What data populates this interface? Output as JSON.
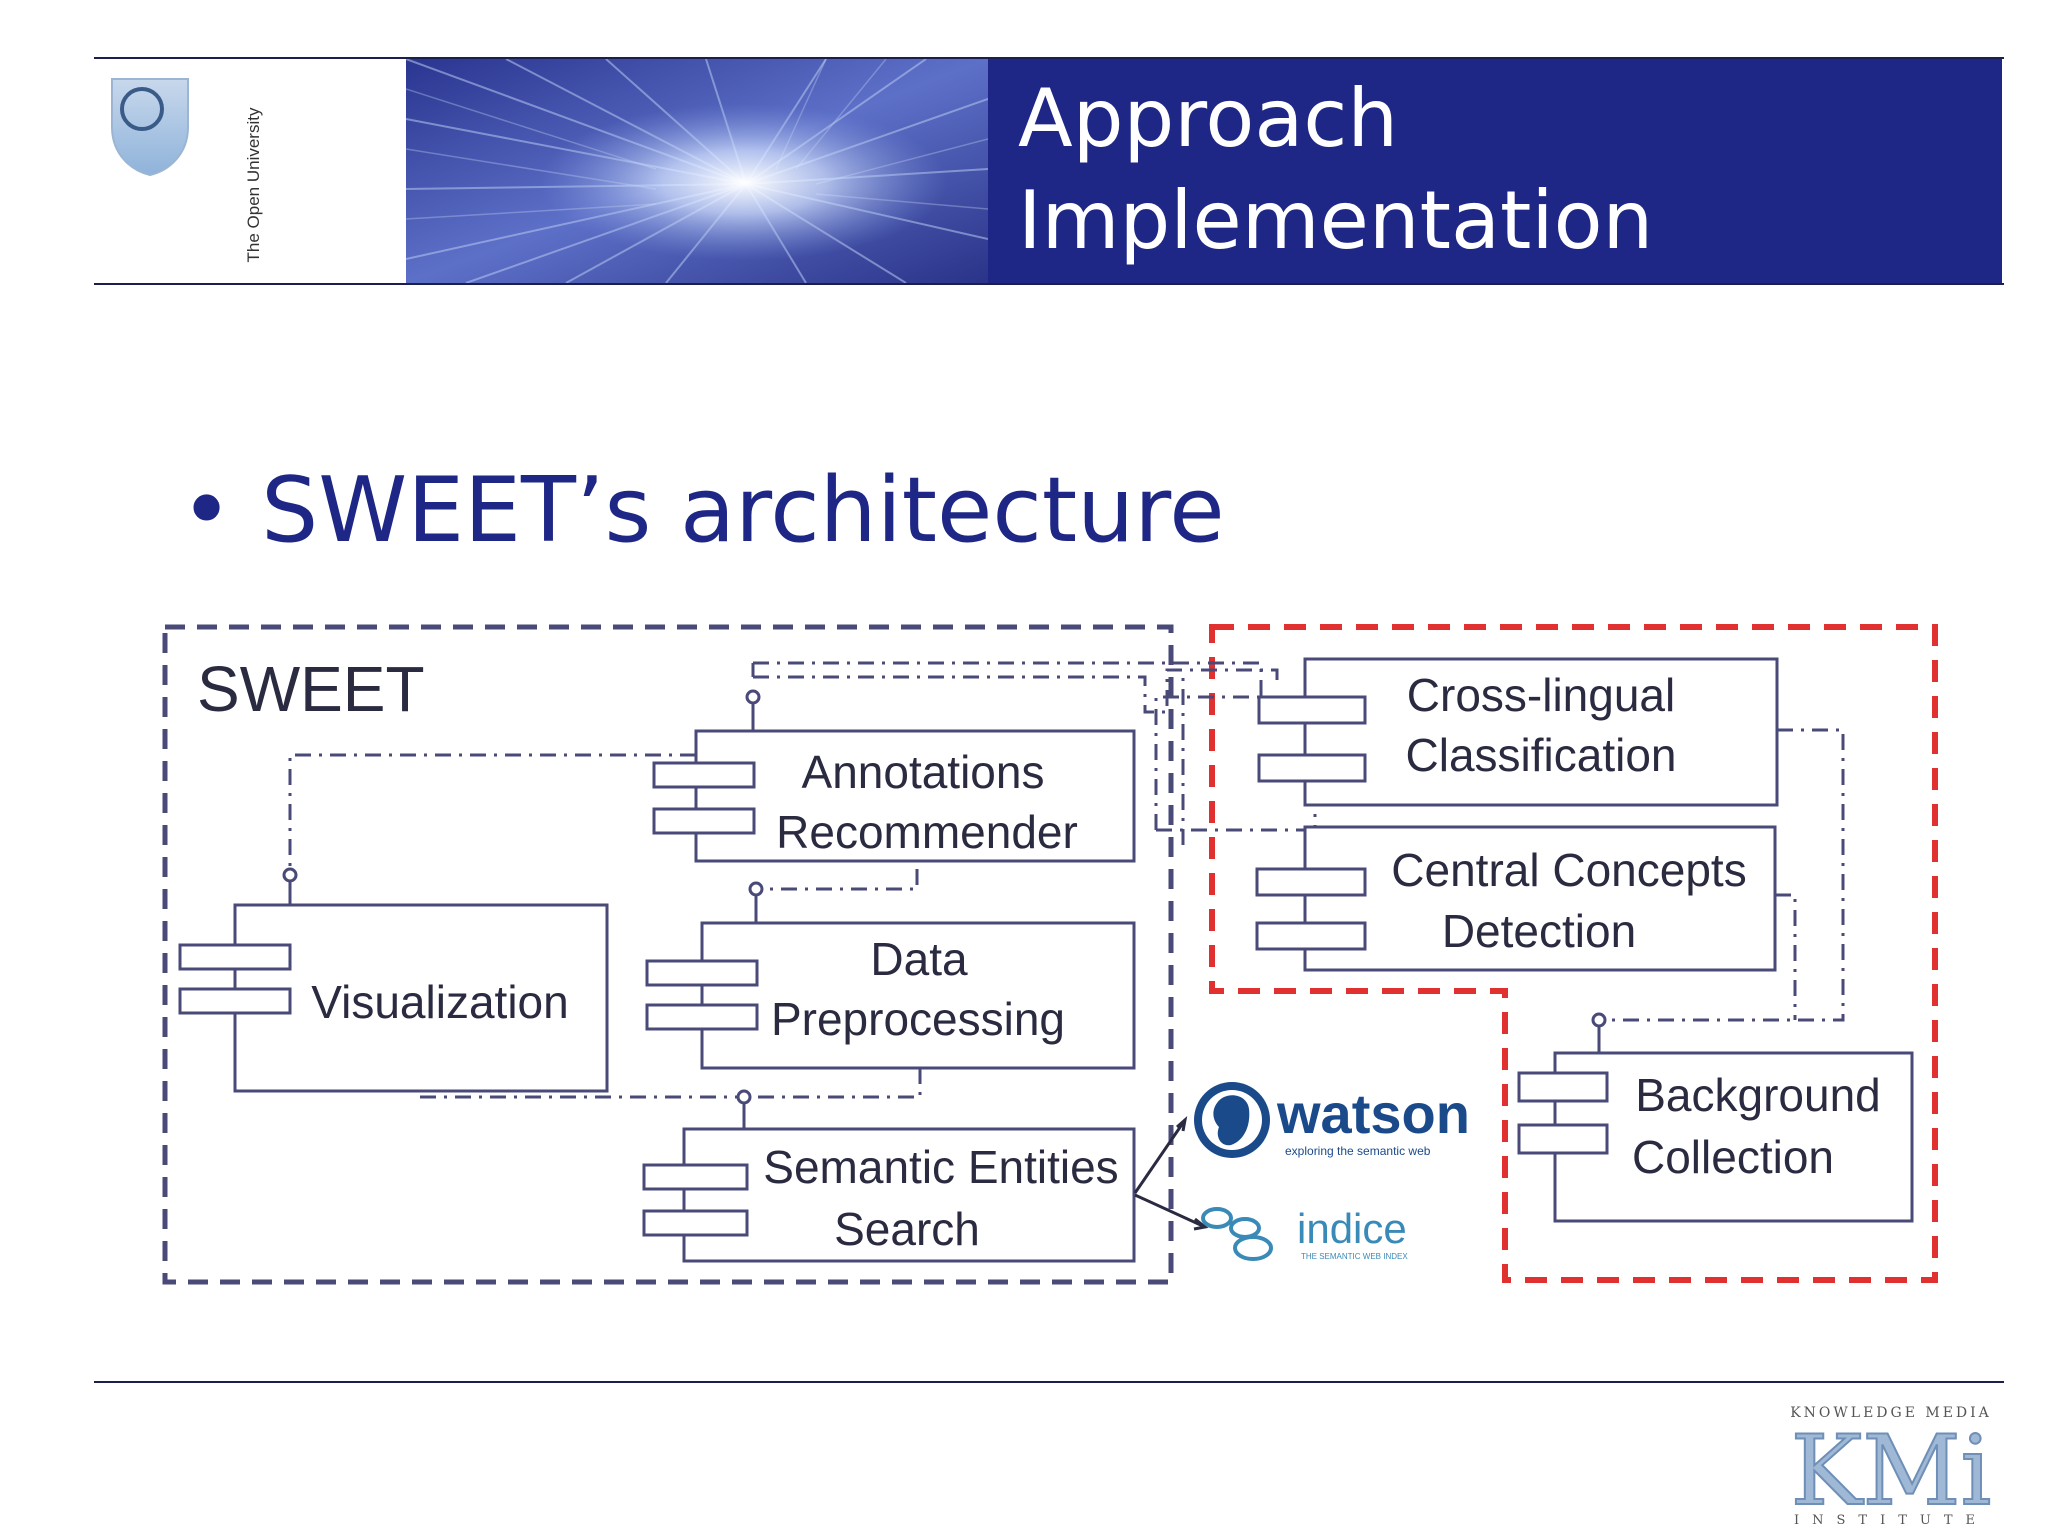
{
  "header": {
    "university": "The Open University",
    "title_line1": "Approach",
    "title_line2": "Implementation",
    "colors": {
      "title_bg": "#1f2786",
      "title_text": "#ffffff"
    }
  },
  "bullet": {
    "marker": "•",
    "text": "SWEET’s architecture"
  },
  "diagram": {
    "sweet_label": "SWEET",
    "components": {
      "annotations_recommender": [
        "Annotations",
        "Recommender"
      ],
      "visualization": [
        "Visualization"
      ],
      "data_preprocessing": [
        "Data",
        "Preprocessing"
      ],
      "semantic_entities_search": [
        "Semantic Entities",
        "Search"
      ],
      "cross_lingual_classification": [
        "Cross-lingual",
        "Classification"
      ],
      "central_concepts_detection": [
        "Central Concepts",
        "Detection"
      ],
      "background_collection": [
        "Background",
        "Collection"
      ]
    },
    "external_services": {
      "watson": {
        "name": "watson",
        "tagline": "exploring the semantic web"
      },
      "indice": {
        "name": "indice",
        "tagline": "THE SEMANTIC WEB INDEX"
      }
    },
    "colors": {
      "sweet_boundary": "#4a4a78",
      "external_boundary": "#e03030",
      "box_stroke": "#4a4a78",
      "box_text": "#2a2a40",
      "watson": "#1a4a8a",
      "indice": "#3a8ab8"
    }
  },
  "footer": {
    "kmi_top": "KNOWLEDGE MEDIA",
    "kmi_logo": "KMi",
    "kmi_bottom": "INSTITUTE"
  }
}
